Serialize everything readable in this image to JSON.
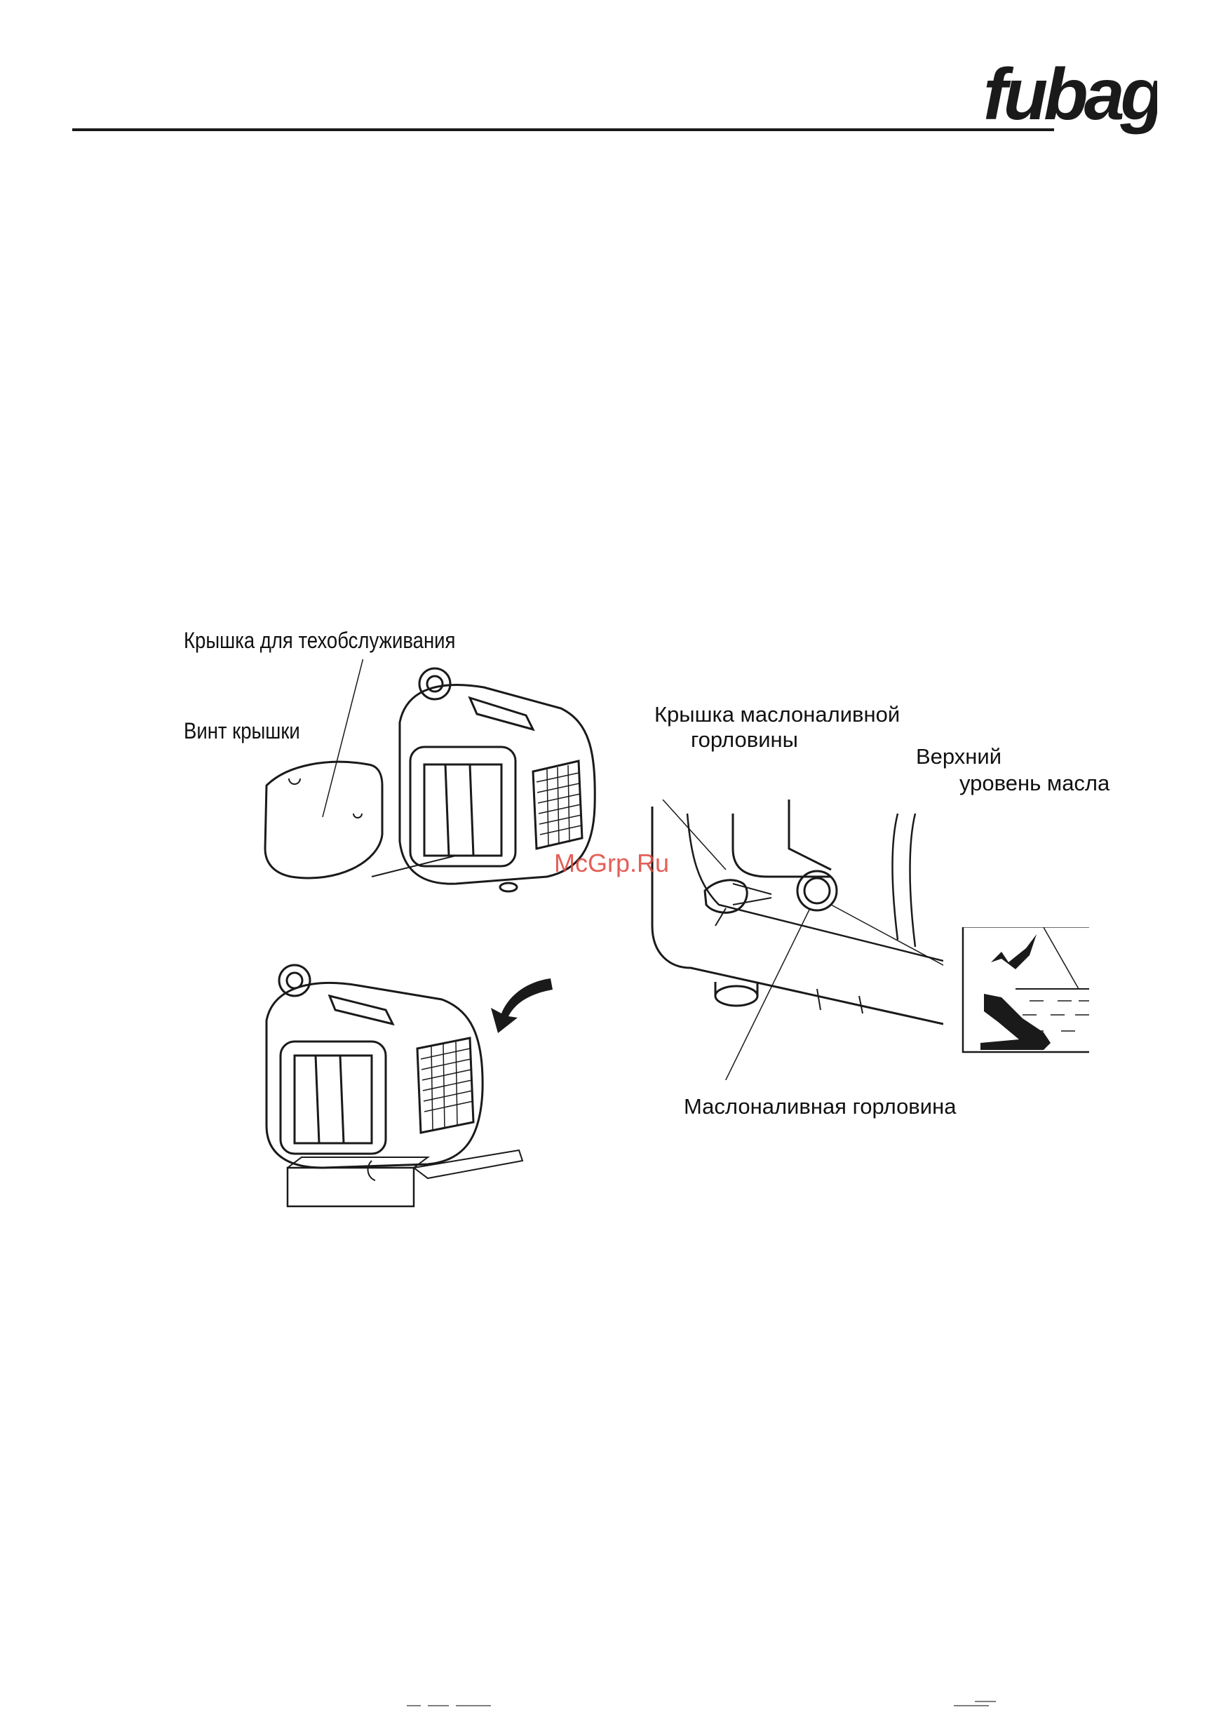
{
  "header": {
    "logo_text": "fubag"
  },
  "figure_left": {
    "label_service_cover": "Крышка для техобслуживания",
    "label_cover_screw": "Винт крышки"
  },
  "figure_right": {
    "label_filler_cap_line1": "Крышка маслоналивной",
    "label_filler_cap_line2": "горловины",
    "label_upper_level_line1": "Верхний",
    "label_upper_level_line2": "уровень масла",
    "label_filler_neck": "Маслоналивная горловина"
  },
  "watermark": {
    "text": "McGrp.Ru"
  },
  "colors": {
    "ink": "#1a1a1a",
    "watermark": "#e0443a"
  }
}
